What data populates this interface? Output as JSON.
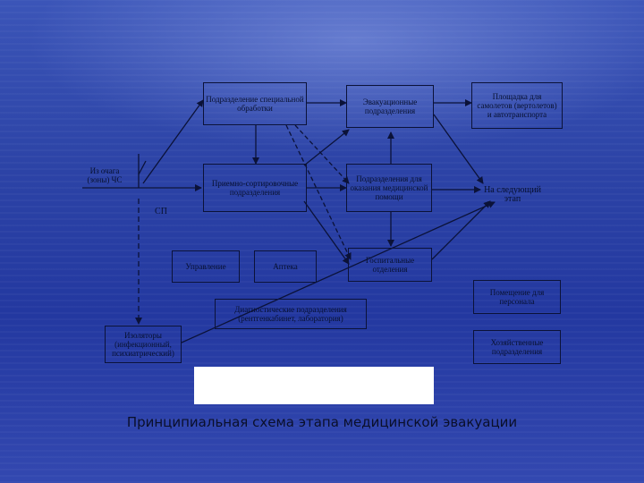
{
  "diagram": {
    "origin": "Из очага (зоны) ЧС",
    "sp_label": "СП",
    "boxes": {
      "special_treatment": "Подразделение специальной обработки",
      "evacuation": "Эвакуационные подразделения",
      "landing_site": "Площадка для самолетов (вертолетов) и автотранспорта",
      "reception_sorting": "Приемно-сортировочные подразделения",
      "medical_care": "Подразделения для оказания медицинской помощи",
      "next_stage": "На следующий этап",
      "management": "Управление",
      "pharmacy": "Аптека",
      "hospital": "Госпитальные отделения",
      "staff_rooms": "Помещение для персонала",
      "diagnostic": "Диагностические подразделения (рентгенкабинет, лаборатория)",
      "isolators": "Изоляторы (инфекционный, психиатрический)",
      "household": "Хозяйственные подразделения"
    }
  },
  "caption": "Принципиальная схема этапа медицинской эвакуации",
  "colors": {
    "line": "#0b1238",
    "background": "#2c43a6"
  }
}
